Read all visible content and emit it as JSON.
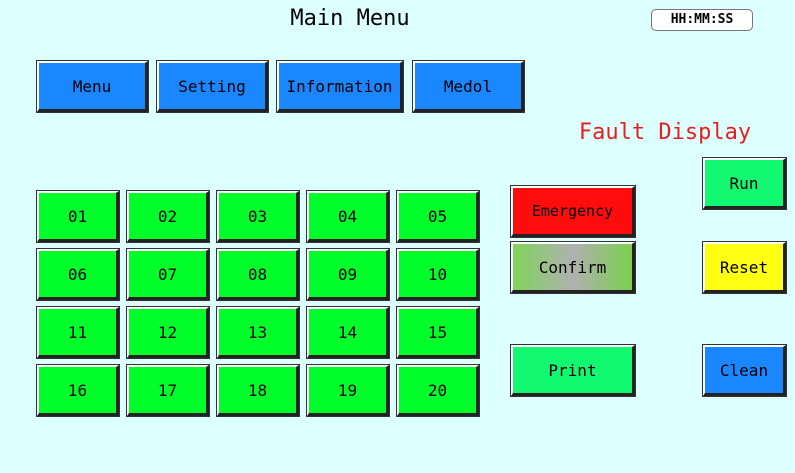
{
  "header": {
    "title": "Main Menu",
    "clock": "HH:MM:SS"
  },
  "nav": {
    "menu": "Menu",
    "setting": "Setting",
    "information": "Information",
    "medol": "Medol"
  },
  "fault_display_label": "Fault Display",
  "grid": [
    "01",
    "02",
    "03",
    "04",
    "05",
    "06",
    "07",
    "08",
    "09",
    "10",
    "11",
    "12",
    "13",
    "14",
    "15",
    "16",
    "17",
    "18",
    "19",
    "20"
  ],
  "actions": {
    "emergency": "Emergency",
    "confirm": "Confirm",
    "print": "Print",
    "run": "Run",
    "reset": "Reset",
    "clean": "Clean"
  },
  "colors": {
    "background": "#dcffff",
    "nav_button": "#1a86ff",
    "grid_button": "#00ff2a",
    "fault_text": "#e61e1e"
  }
}
